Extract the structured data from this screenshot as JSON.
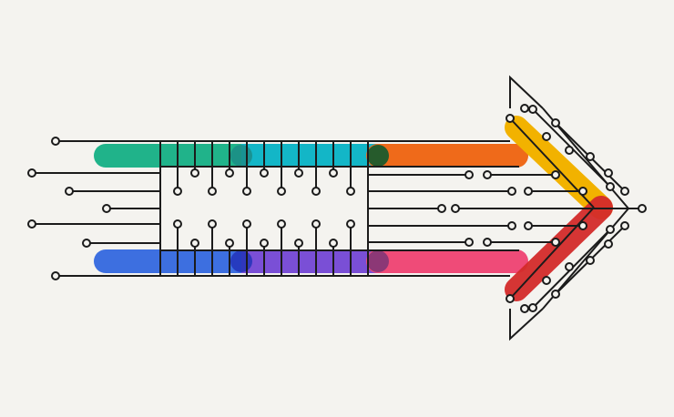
{
  "illustration": {
    "subject": "circuit-arrow",
    "background": "#f4f3ef",
    "line_color": "#1b1b1b",
    "bands": [
      {
        "name": "green",
        "color": "#20b38a"
      },
      {
        "name": "teal",
        "color": "#13b6c7"
      },
      {
        "name": "orange",
        "color": "#ef6a1a"
      },
      {
        "name": "yellow",
        "color": "#f2b200"
      },
      {
        "name": "blue",
        "color": "#3d6fe0"
      },
      {
        "name": "purple",
        "color": "#7a4fd6"
      },
      {
        "name": "pink",
        "color": "#ef4b78"
      },
      {
        "name": "red",
        "color": "#d42b2b"
      }
    ]
  }
}
